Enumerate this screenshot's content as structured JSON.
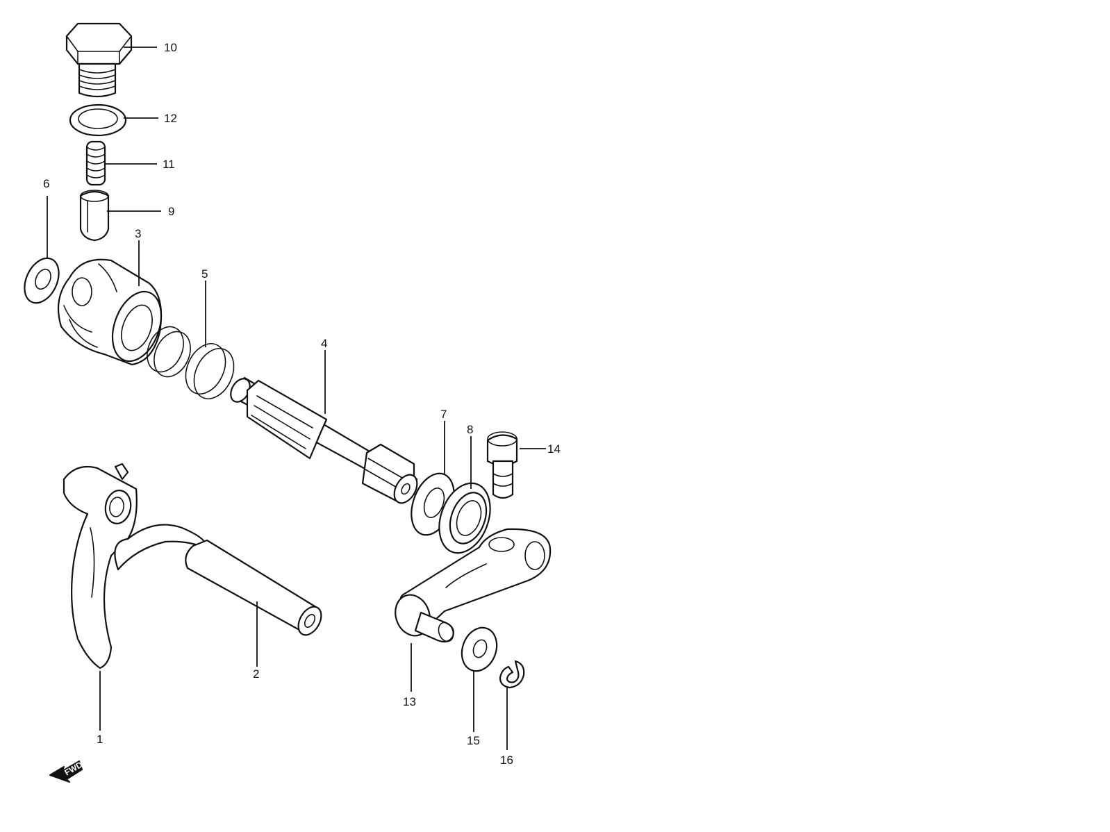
{
  "diagram": {
    "type": "exploded parts diagram",
    "direction_marker": "FWD",
    "callouts": [
      "1",
      "2",
      "3",
      "4",
      "5",
      "6",
      "7",
      "8",
      "9",
      "10",
      "11",
      "12",
      "13",
      "14",
      "15",
      "16"
    ]
  }
}
